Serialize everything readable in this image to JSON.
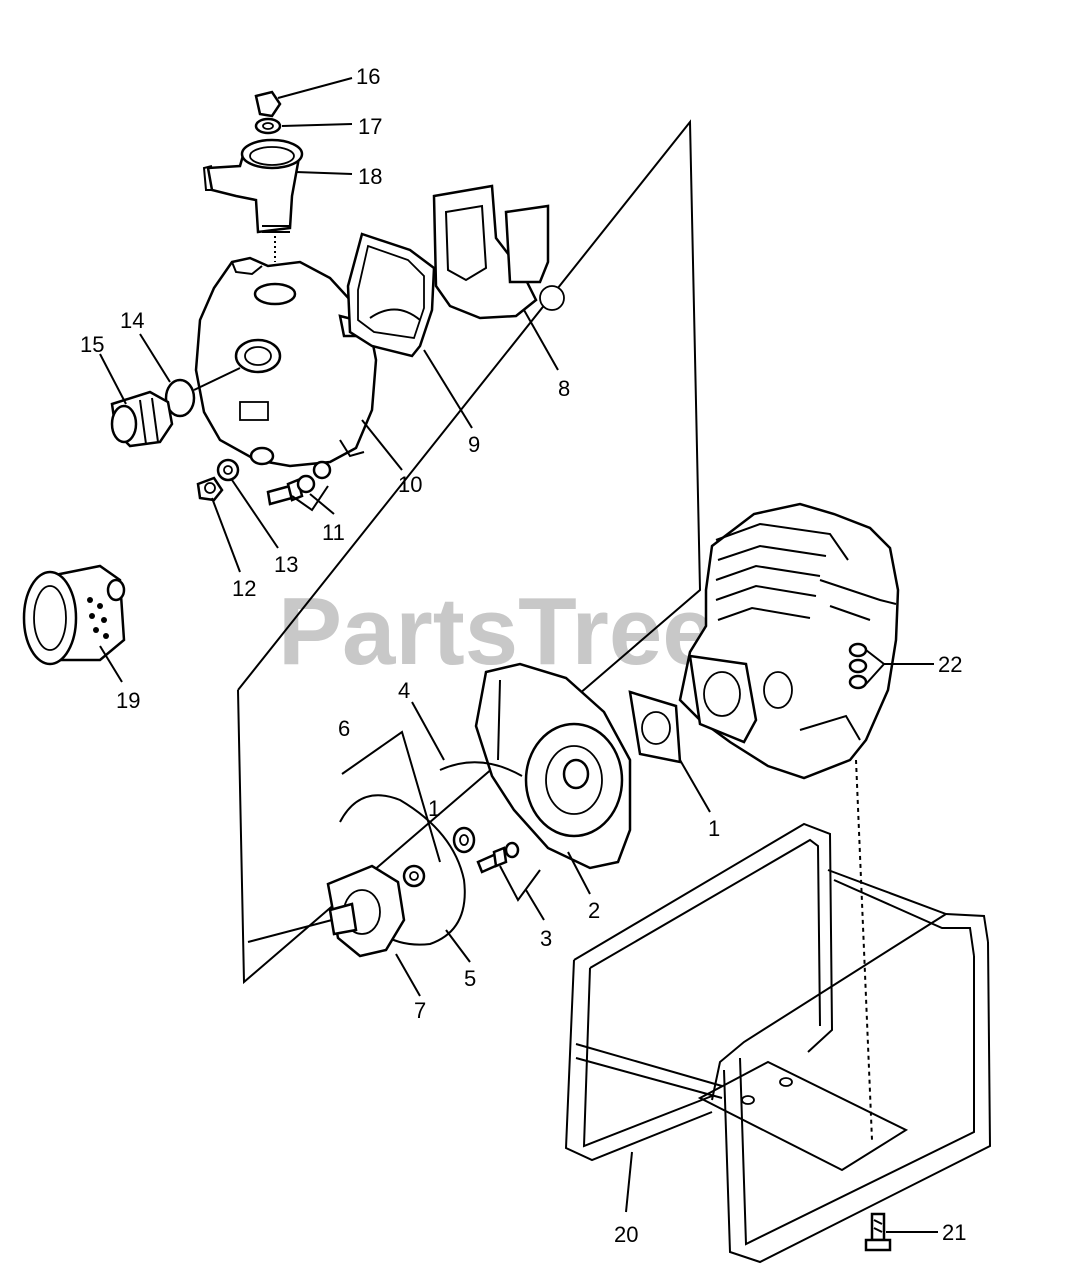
{
  "watermark": "PartsTree",
  "callouts": [
    {
      "id": "p16",
      "text": "16"
    },
    {
      "id": "p17",
      "text": "17"
    },
    {
      "id": "p18",
      "text": "18"
    },
    {
      "id": "p14",
      "text": "14"
    },
    {
      "id": "p15",
      "text": "15"
    },
    {
      "id": "p8",
      "text": "8"
    },
    {
      "id": "p9",
      "text": "9"
    },
    {
      "id": "p10",
      "text": "10"
    },
    {
      "id": "p11",
      "text": "11"
    },
    {
      "id": "p12",
      "text": "12"
    },
    {
      "id": "p13",
      "text": "13"
    },
    {
      "id": "p19",
      "text": "19"
    },
    {
      "id": "p22",
      "text": "22"
    },
    {
      "id": "p4",
      "text": "4"
    },
    {
      "id": "p6",
      "text": "6"
    },
    {
      "id": "p1a",
      "text": "1"
    },
    {
      "id": "p1b",
      "text": "1"
    },
    {
      "id": "p2",
      "text": "2"
    },
    {
      "id": "p3",
      "text": "3"
    },
    {
      "id": "p5",
      "text": "5"
    },
    {
      "id": "p7",
      "text": "7"
    },
    {
      "id": "p20",
      "text": "20"
    },
    {
      "id": "p21",
      "text": "21"
    }
  ]
}
